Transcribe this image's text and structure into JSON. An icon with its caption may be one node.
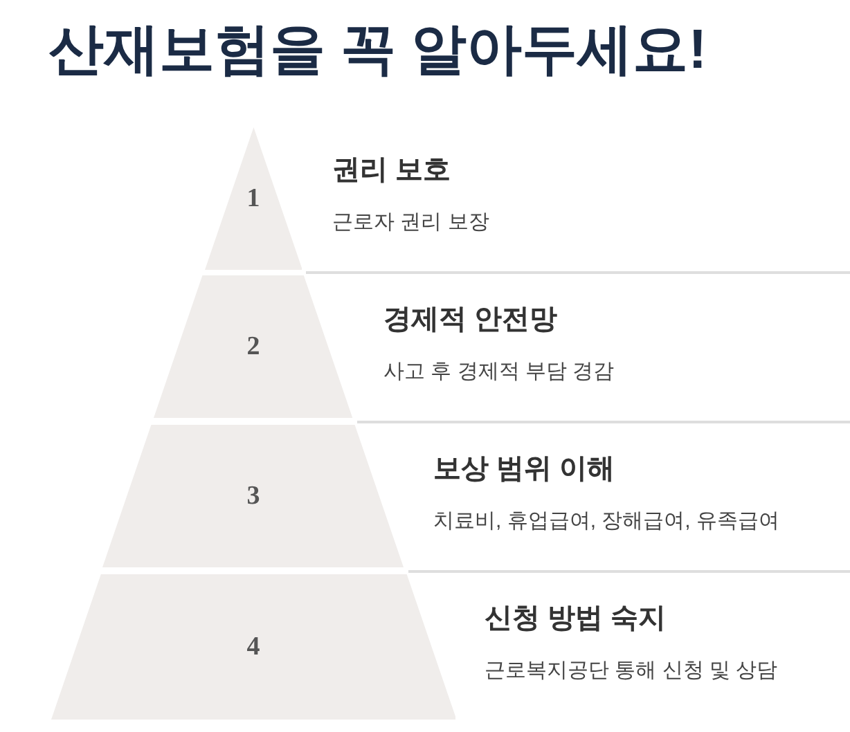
{
  "diagram": {
    "title": "산재보험을 꼭 알아두세요!",
    "nodes": [
      {
        "text": [
          "1"
        ],
        "beside": [
          "권리 보호",
          "근로자 권리 보장"
        ]
      },
      {
        "text": [
          "2"
        ],
        "beside": [
          "경제적 안전망",
          "사고 후 경제적 부담 경감"
        ]
      },
      {
        "text": [
          "3"
        ],
        "beside": [
          "보상 범위 이해",
          "치료비, 휴업급여, 장해급여, 유족급여"
        ]
      },
      {
        "text": [
          "4"
        ],
        "beside": [
          "신청 방법 숙지",
          "근로복지공단 통해 신청 및 상담"
        ]
      }
    ]
  }
}
